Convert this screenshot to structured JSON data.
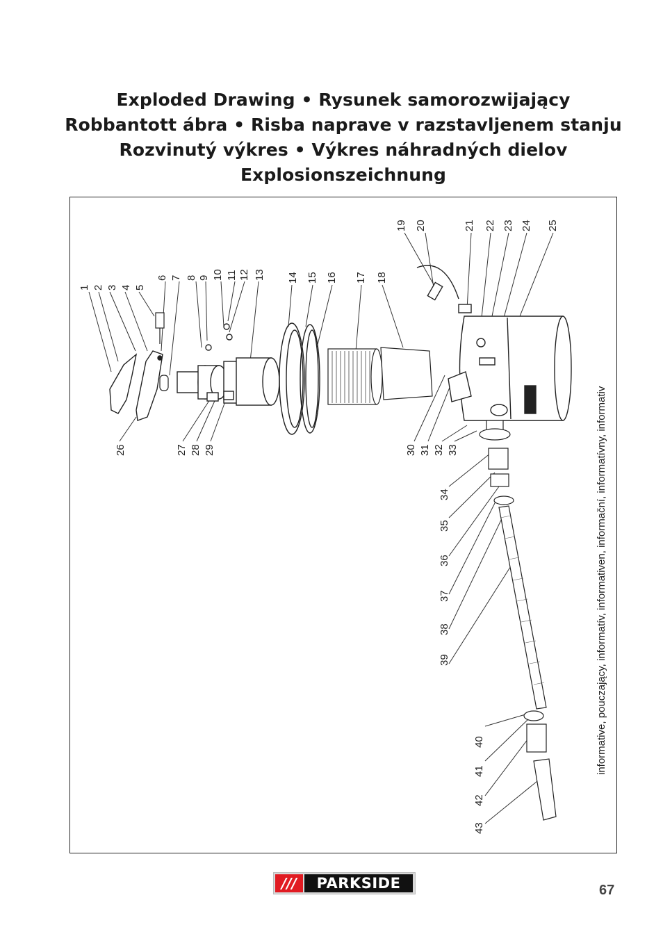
{
  "title_lines": [
    "Exploded Drawing • Rysunek samorozwijający",
    "Robbantott ábra • Risba naprave v razstavljenem stanju",
    "Rozvinutý výkres • Výkres náhradných dielov",
    "Explosionszeichnung"
  ],
  "side_note": "informative, pouczający, informatív, informativen, informační, informatívny, informativ",
  "callouts": [
    "1",
    "2",
    "3",
    "4",
    "5",
    "6",
    "7",
    "8",
    "9",
    "10",
    "11",
    "12",
    "13",
    "14",
    "15",
    "16",
    "17",
    "18",
    "19",
    "20",
    "21",
    "22",
    "23",
    "24",
    "25",
    "26",
    "27",
    "28",
    "29",
    "30",
    "31",
    "32",
    "33",
    "34",
    "35",
    "36",
    "37",
    "38",
    "39",
    "40",
    "41",
    "42",
    "43"
  ],
  "logo": {
    "slashes": "///",
    "brand": "PARKSIDE"
  },
  "page_number": "67",
  "colors": {
    "logo_red": "#e11b22",
    "logo_black": "#111111",
    "ink": "#222222"
  }
}
